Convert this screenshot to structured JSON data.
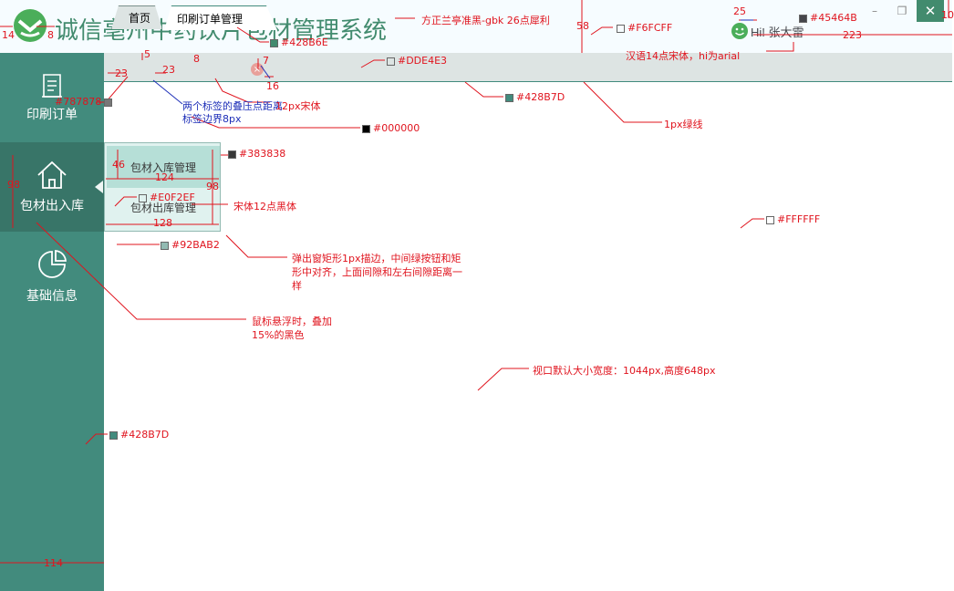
{
  "app": {
    "title": "诚信亳州中药饮片包材管理系统",
    "greeting": "Hi! 张大雷"
  },
  "window_controls": {
    "minimize": "–",
    "maximize": "❐",
    "close": "✕"
  },
  "tabs": [
    {
      "label": "首页"
    },
    {
      "label": "印刷订单管理"
    }
  ],
  "tab_close": "×",
  "sidebar": {
    "items": [
      {
        "label": "印刷订单",
        "icon": "document-icon"
      },
      {
        "label": "包材出入库",
        "icon": "home-icon"
      },
      {
        "label": "基础信息",
        "icon": "chart-icon"
      }
    ]
  },
  "popup": {
    "items": [
      {
        "label": "包材入库管理"
      },
      {
        "label": "包材出库管理"
      }
    ]
  },
  "colors": {
    "accent": "#428B6E",
    "sidebar": "#428B7D",
    "tabbar": "#DDE4E3",
    "popup_bg": "#E0F2EF",
    "popup_border": "#92BAB2",
    "title_bg": "#F6FCFF"
  },
  "annotations": {
    "font_note": "方正兰亭准黑-gbk 26点犀利",
    "c_title_bg": "#F6FCFF",
    "c_title_text": "#428B6E",
    "c_tabbar": "#DDE4E3",
    "c_line": "#428B7D",
    "c_tab_border": "#787878",
    "c_greeting": "#45464B",
    "greeting_note": "汉语14点宋体，hi为arial",
    "tab_overlap": "两个标签的叠压点距离标签边界8px",
    "tab_font": "12px宋体",
    "c_black": "#000000",
    "green_line": "1px绿线",
    "c_popup_text": "#383838",
    "c_popup_bg": "#E0F2EF",
    "popup_font": "宋体12点黑体",
    "c_white": "#FFFFFF",
    "c_popup_border": "#92BAB2",
    "popup_note": "弹出窗矩形1px描边，中间绿按钮和矩形中对齐，上面间隙和左右间隙距离一样",
    "hover_note": "鼠标悬浮时，叠加15%的黑色",
    "viewport_note": "视口默认大小宽度：1044px,高度648px",
    "c_sidebar": "#428B7D",
    "d_14": "14",
    "d_8": "8",
    "d_58": "58",
    "d_25": "25",
    "d_10": "10",
    "d_223": "223",
    "d_5": "5",
    "d_23a": "23",
    "d_23b": "23",
    "d_8b": "8",
    "d_7": "7",
    "d_16": "16",
    "d_46": "46",
    "d_98a": "98",
    "d_98b": "98",
    "d_124": "124",
    "d_128": "128",
    "d_114": "114"
  }
}
